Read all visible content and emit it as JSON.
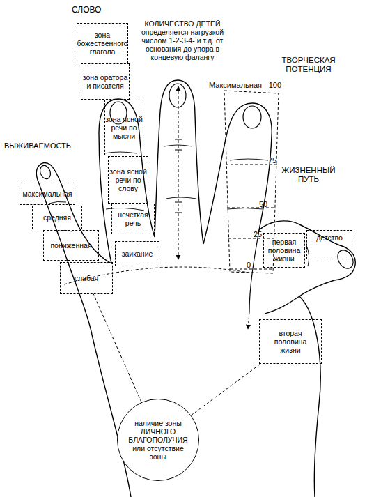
{
  "diagram": {
    "nodes": [
      {
        "text": [
          "зона божественного глагола"
        ]
      },
      {
        "text": [
          "зона оратора и писателя"
        ]
      },
      {
        "text": [
          "зона ясной речи по мысли"
        ]
      },
      {
        "text": [
          "зона ясной речи по слову"
        ]
      },
      {
        "text": [
          "нечеткая речь"
        ]
      },
      {
        "text": [
          "заикание"
        ]
      },
      {
        "text": [
          "максимальная"
        ]
      },
      {
        "text": [
          "средняя"
        ]
      },
      {
        "text": [
          "пониженная"
        ]
      },
      {
        "text": [
          "слабая"
        ]
      },
      {
        "text": [
          "первая половина жизни"
        ]
      },
      {
        "text": [
          "детство"
        ]
      },
      {
        "text": [
          "вторая половина жизни"
        ]
      },
      {
        "text": [
          "наличие зоны ЛИЧНОГО БЛАГОПОЛУЧИЯ или отсутствие зоны"
        ]
      }
    ],
    "edges": [
      {
        "from": 13,
        "to": 9,
        "arrow": "none"
      },
      {
        "from": 13,
        "to": 12,
        "arrow": "none"
      }
    ],
    "labels": [
      "СЛОВО",
      "ВЫЖИВАЕМОСТЬ",
      "КОЛИЧЕСТВО ДЕТЕЙ определяется нагрузкой числом 1-2-3-4- и т.д..от основания до упора в концевую фалангу",
      "ТВОРЧЕСКАЯ ПОТЕНЦИЯ",
      "Максимальная - 100",
      "75",
      "50",
      "25",
      "0",
      "ЖИЗНЕННЫЙ ПУТЬ"
    ]
  }
}
